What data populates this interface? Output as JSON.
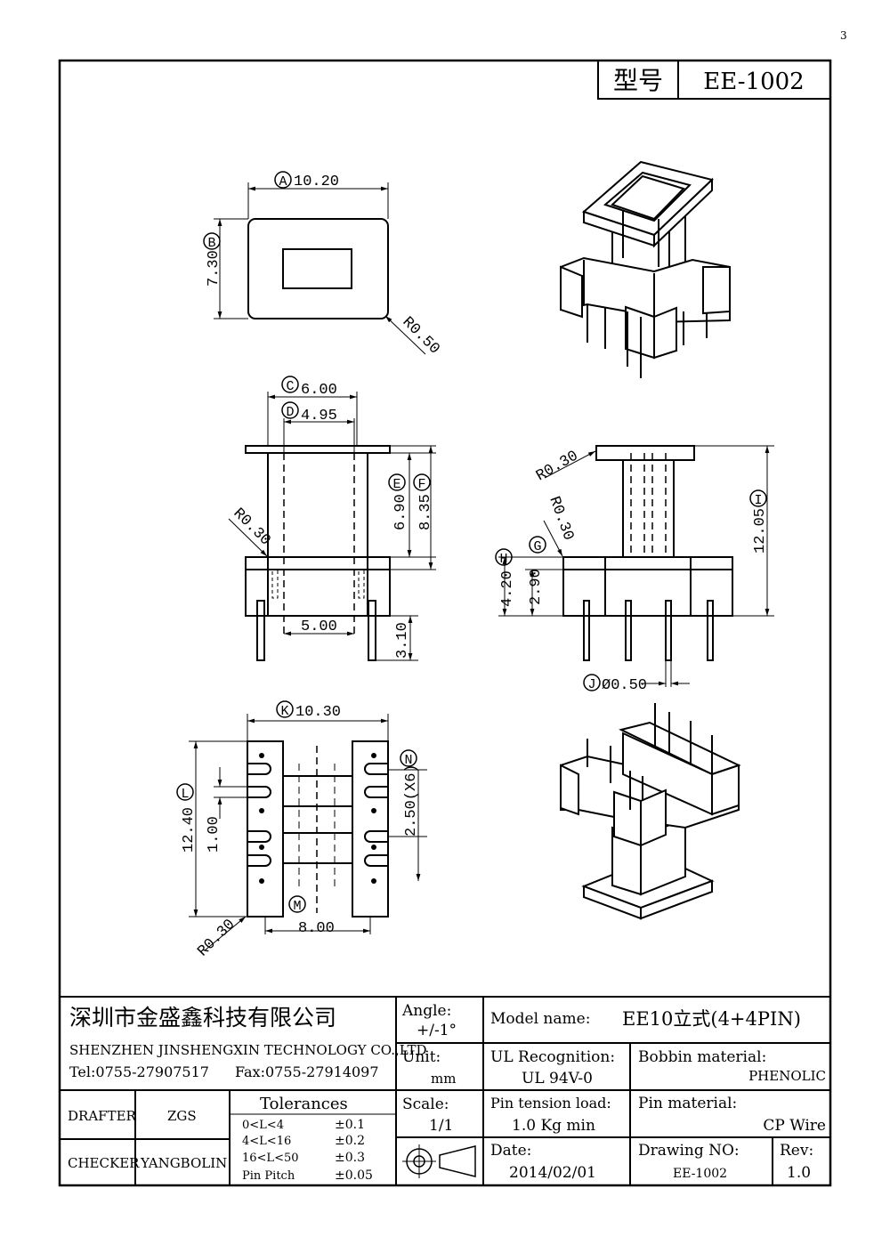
{
  "sheet": {
    "model_label": "型号",
    "model_value": "EE-1002",
    "corner_mark": "3"
  },
  "dimensions": {
    "A": {
      "tag": "A",
      "value": "10.20"
    },
    "B": {
      "tag": "B",
      "value": "7.30"
    },
    "R_top": "R0.50",
    "C": {
      "tag": "C",
      "value": "6.00"
    },
    "D": {
      "tag": "D",
      "value": "4.95"
    },
    "E": {
      "tag": "E",
      "value": "6.90"
    },
    "F": {
      "tag": "F",
      "value": "8.35"
    },
    "R_mid_left": "R0.30",
    "mid_bottom_width": "5.00",
    "pin_length": "3.10",
    "R_side_top": "R0.30",
    "R_side_mid": "R0.30",
    "G": {
      "tag": "G"
    },
    "H": {
      "tag": "H",
      "value": "4.20"
    },
    "h_inner": "2.90",
    "I": {
      "tag": "I",
      "value": "12.05"
    },
    "J": {
      "tag": "J",
      "value": "Ø0.50"
    },
    "K": {
      "tag": "K",
      "value": "10.30"
    },
    "L": {
      "tag": "L",
      "value": "12.40"
    },
    "slot": "1.00",
    "N": {
      "tag": "N",
      "value": "2.50(X6)"
    },
    "M": {
      "tag": "M",
      "value": "8.00"
    },
    "R_bottom": "R0.30"
  },
  "title_block": {
    "company_cn": "深圳市金盛鑫科技有限公司",
    "company_en": "SHENZHEN JINSHENGXIN TECHNOLOGY CO.,LTD",
    "tel": "Tel:0755-27907517",
    "fax": "Fax:0755-27914097",
    "angle_label": "Angle:",
    "angle_value": "+/-1°",
    "unit_label": "Unit:",
    "unit_value": "mm",
    "scale_label": "Scale:",
    "scale_value": "1/1",
    "model_name_label": "Model name:",
    "model_name_value": "EE10立式(4+4PIN)",
    "ul_label": "UL Recognition:",
    "ul_value": "UL 94V-0",
    "bobbin_label": "Bobbin material:",
    "bobbin_value": "PHENOLIC",
    "pin_tension_label": "Pin tension load:",
    "pin_tension_value": "1.0 Kg min",
    "pin_material_label": "Pin material:",
    "pin_material_value": "CP Wire",
    "date_label": "Date:",
    "date_value": "2014/02/01",
    "drawing_no_label": "Drawing NO:",
    "drawing_no_value": "EE-1002",
    "rev_label": "Rev:",
    "rev_value": "1.0",
    "drafter_label": "DRAFTER",
    "drafter_value": "ZGS",
    "checker_label": "CHECKER",
    "checker_value": "YANGBOLIN",
    "tolerances_title": "Tolerances",
    "tolerances": [
      {
        "range": "0<L<4",
        "tol": "±0.1"
      },
      {
        "range": "4<L<16",
        "tol": "±0.2"
      },
      {
        "range": "16<L<50",
        "tol": "±0.3"
      },
      {
        "range": "Pin Pitch",
        "tol": "±0.05"
      }
    ]
  }
}
